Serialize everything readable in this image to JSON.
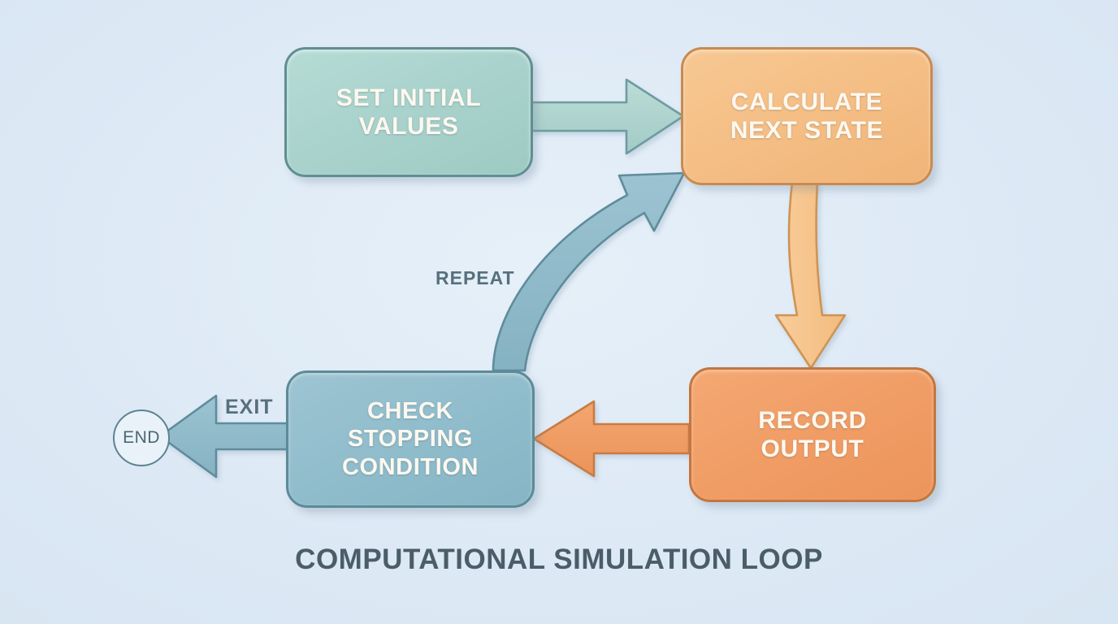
{
  "diagram": {
    "title": "COMPUTATIONAL SIMULATION LOOP",
    "background_color": "#dfeaf5",
    "nodes": [
      {
        "id": "set-initial-values",
        "label": "SET INITIAL\nVALUES",
        "shape": "rounded-rectangle",
        "fill_color": "#a8d1cb",
        "border_color": "#5f8f92",
        "text_color": "#fdf8ef"
      },
      {
        "id": "calculate-next-state",
        "label": "CALCULATE\nNEXT STATE",
        "shape": "rounded-rectangle",
        "fill_color": "#f4bd83",
        "border_color": "#c98a4f",
        "text_color": "#fdf8ef"
      },
      {
        "id": "record-output",
        "label": "RECORD\nOUTPUT",
        "shape": "rounded-rectangle",
        "fill_color": "#f09c64",
        "border_color": "#c4763d",
        "text_color": "#fdf8ef"
      },
      {
        "id": "check-stopping-condition",
        "label": "CHECK\nSTOPPING\nCONDITION",
        "shape": "rounded-rectangle",
        "fill_color": "#8fbccb",
        "border_color": "#5d8a97",
        "text_color": "#fdf8ef"
      },
      {
        "id": "end",
        "label": "END",
        "shape": "circle",
        "fill_color": "#e9f1f9",
        "border_color": "#5d8391",
        "text_color": "#4a6874"
      }
    ],
    "edges": [
      {
        "id": "set-initial-to-calculate",
        "from": "set-initial-values",
        "to": "calculate-next-state",
        "label": "",
        "color": "#a6cfc9",
        "stroke_color": "#6e9ca0",
        "direction": "right"
      },
      {
        "id": "calculate-to-record",
        "from": "calculate-next-state",
        "to": "record-output",
        "label": "",
        "color": "#f5c285",
        "stroke_color": "#cf9453",
        "direction": "down"
      },
      {
        "id": "record-to-check",
        "from": "record-output",
        "to": "check-stopping-condition",
        "label": "",
        "color": "#f09a61",
        "stroke_color": "#c87c42",
        "direction": "left"
      },
      {
        "id": "check-to-calculate",
        "from": "check-stopping-condition",
        "to": "calculate-next-state",
        "label": "REPEAT",
        "color": "#8fbbc9",
        "stroke_color": "#5f8c9b",
        "direction": "curved-up-right"
      },
      {
        "id": "check-to-end",
        "from": "check-stopping-condition",
        "to": "end",
        "label": "EXIT",
        "color": "#8fbbc9",
        "stroke_color": "#5f8c9b",
        "direction": "left"
      }
    ],
    "labels": {
      "repeat": "REPEAT",
      "exit": "EXIT"
    }
  }
}
